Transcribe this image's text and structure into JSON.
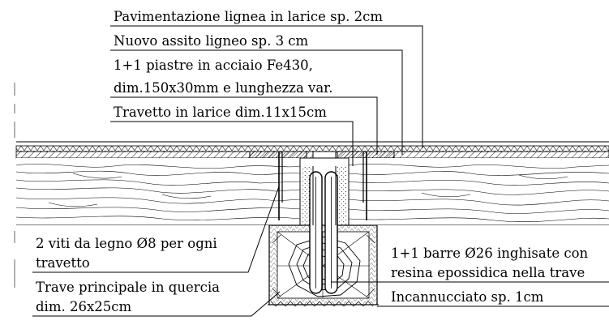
{
  "labels": {
    "pavimentazione": "Pavimentazione lignea in larice sp. 2cm",
    "assito": "Nuovo assito ligneo sp. 3 cm",
    "piastre_line1": "1+1 piastre in acciaio Fe430,",
    "piastre_line2": "dim.150x30mm e lunghezza var.",
    "travetto": "Travetto in larice dim.11x15cm",
    "viti_line1": "2 viti da legno Ø8 per ogni",
    "viti_line2": "travetto",
    "trave_line1": "Trave principale in quercia",
    "trave_line2": "dim. 26x25cm",
    "barre_line1": "1+1 barre Ø26 inghisate con",
    "barre_line2": "resina epossidica nella trave",
    "incannucciato": "Incannucciato sp. 1cm"
  },
  "colors": {
    "ink": "#000000",
    "background": "#ffffff"
  }
}
